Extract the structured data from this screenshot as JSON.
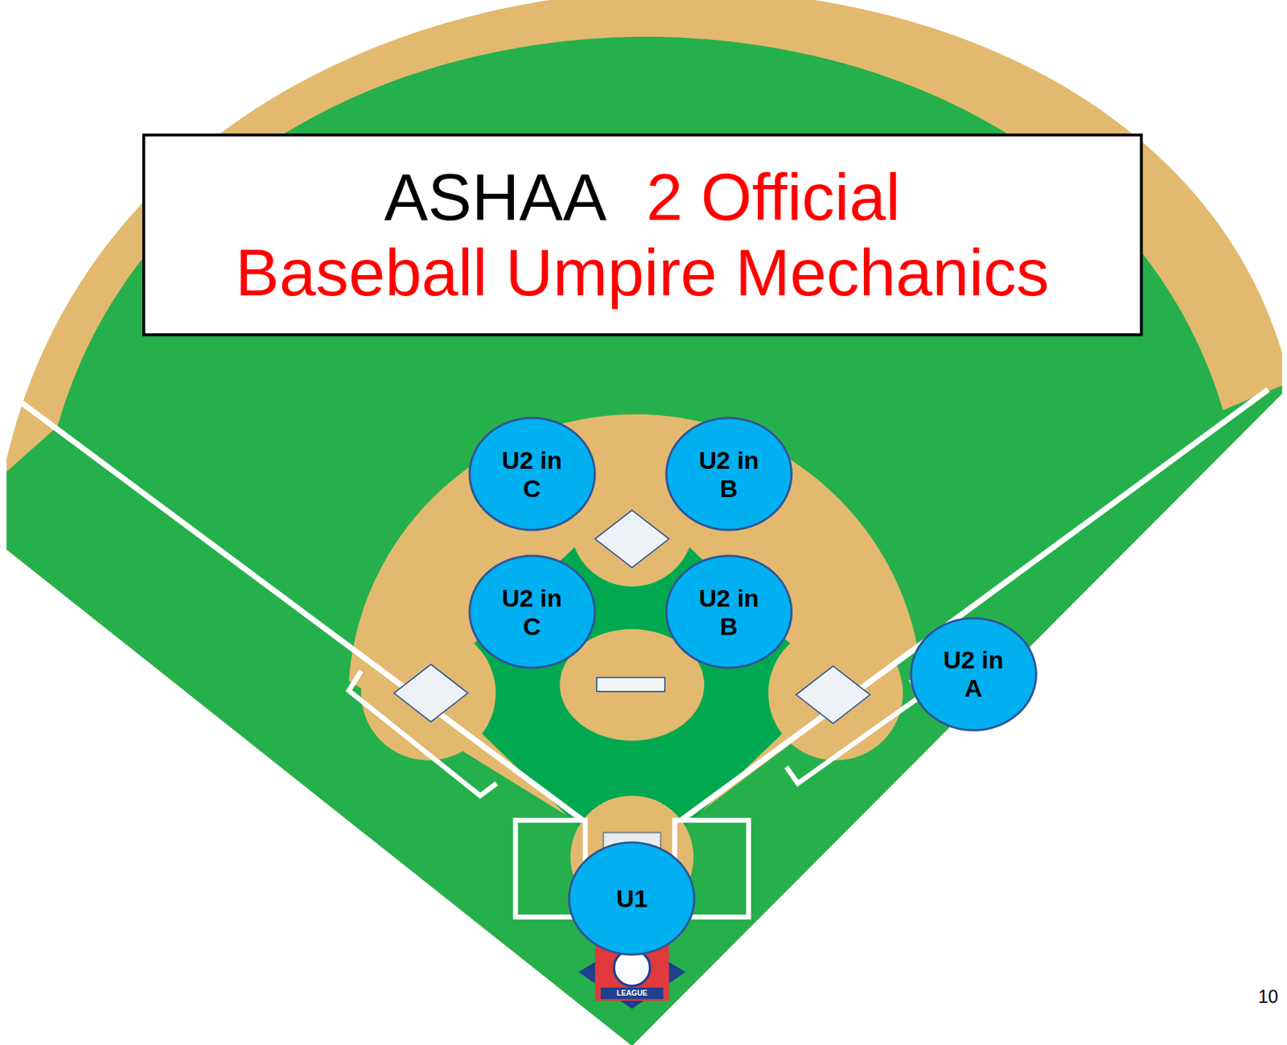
{
  "diagram": {
    "nodes": [
      {
        "text": [
          "ASHAA",
          "2 Official",
          "Baseball Umpire Mechanics"
        ]
      },
      {
        "text": [
          "U2 in C"
        ]
      },
      {
        "text": [
          "U2 in B"
        ]
      },
      {
        "text": [
          "U2 in C"
        ]
      },
      {
        "text": [
          "U2 in B"
        ]
      },
      {
        "text": [
          "U2 in A"
        ]
      },
      {
        "text": [
          "U1"
        ]
      }
    ],
    "labels": [
      "LEAGUE",
      "10"
    ]
  }
}
